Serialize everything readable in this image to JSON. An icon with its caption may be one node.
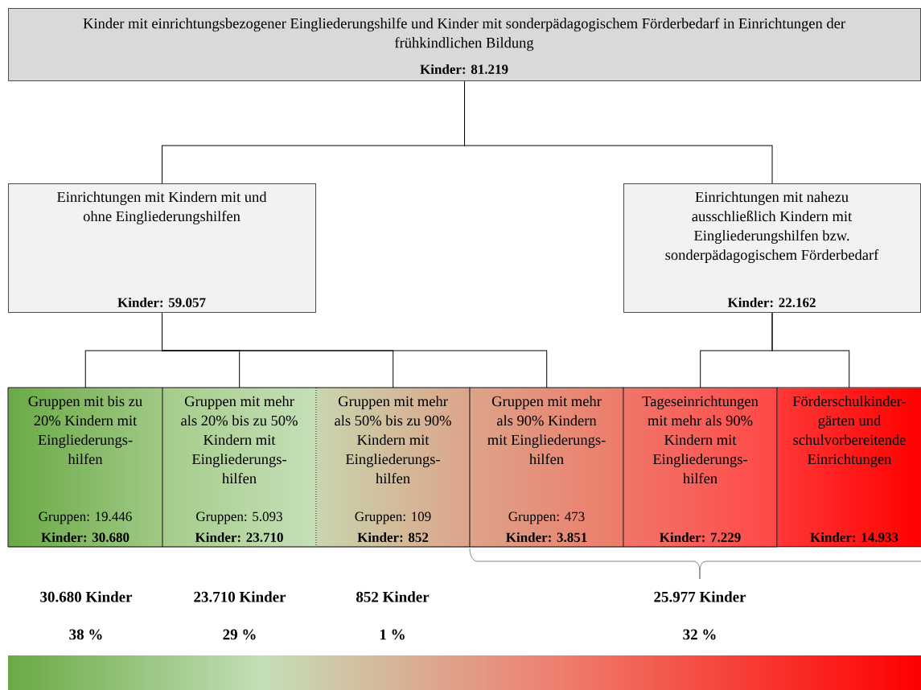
{
  "diagram": {
    "nodes": [
      {
        "text": [
          "Kinder mit einrichtungsbezogener Eingliederungshilfe und Kinder mit sonderpädagogischem Förderbedarf in Einrichtungen der frühkindlichen Bildung",
          "Kinder: 81.219"
        ]
      },
      {
        "text": [
          "Einrichtungen mit Kindern mit und ohne Eingliederungshilfen",
          "Kinder: 59.057"
        ]
      },
      {
        "text": [
          "Einrichtungen mit nahezu ausschließlich Kindern mit Eingliederungshilfen bzw. sonderpädagogischem Förderbedarf",
          "Kinder: 22.162"
        ]
      },
      {
        "text": [
          "Gruppen mit bis zu 20% Kindern mit Eingliederungs- hilfen",
          "Gruppen: 19.446",
          "Kinder: 30.680"
        ]
      },
      {
        "text": [
          "Gruppen mit mehr als 20% bis zu 50% Kindern mit Eingliederungs- hilfen",
          "Gruppen: 5.093",
          "Kinder: 23.710"
        ]
      },
      {
        "text": [
          "Gruppen mit mehr als 50% bis zu 90% Kindern mit Eingliederungs- hilfen",
          "Gruppen: 109",
          "Kinder: 852"
        ]
      },
      {
        "text": [
          "Gruppen mit mehr als 90% Kindern mit Eingliederungs- hilfen",
          "Gruppen: 473",
          "Kinder: 3.851"
        ]
      },
      {
        "text": [
          "Tageseinrichtungen mit mehr als 90% Kindern mit Eingliederungs- hilfen",
          "Kinder: 7.229"
        ]
      },
      {
        "text": [
          "Förderschulkinder- gärten und schulvorbereitende Einrichtungen",
          "Kinder: 14.933"
        ]
      }
    ],
    "edges": [
      {
        "from": 0,
        "to": 1,
        "arrow": "none"
      },
      {
        "from": 0,
        "to": 2,
        "arrow": "none"
      },
      {
        "from": 1,
        "to": 3,
        "arrow": "none"
      },
      {
        "from": 1,
        "to": 4,
        "arrow": "none"
      },
      {
        "from": 1,
        "to": 5,
        "arrow": "none"
      },
      {
        "from": 1,
        "to": 6,
        "arrow": "none"
      },
      {
        "from": 2,
        "to": 7,
        "arrow": "none"
      },
      {
        "from": 2,
        "to": 8,
        "arrow": "none"
      }
    ],
    "labels": [
      "30.680 Kinder",
      "23.710 Kinder",
      "852 Kinder",
      "25.977 Kinder",
      "38 %",
      "29 %",
      "1 %",
      "32 %"
    ]
  }
}
